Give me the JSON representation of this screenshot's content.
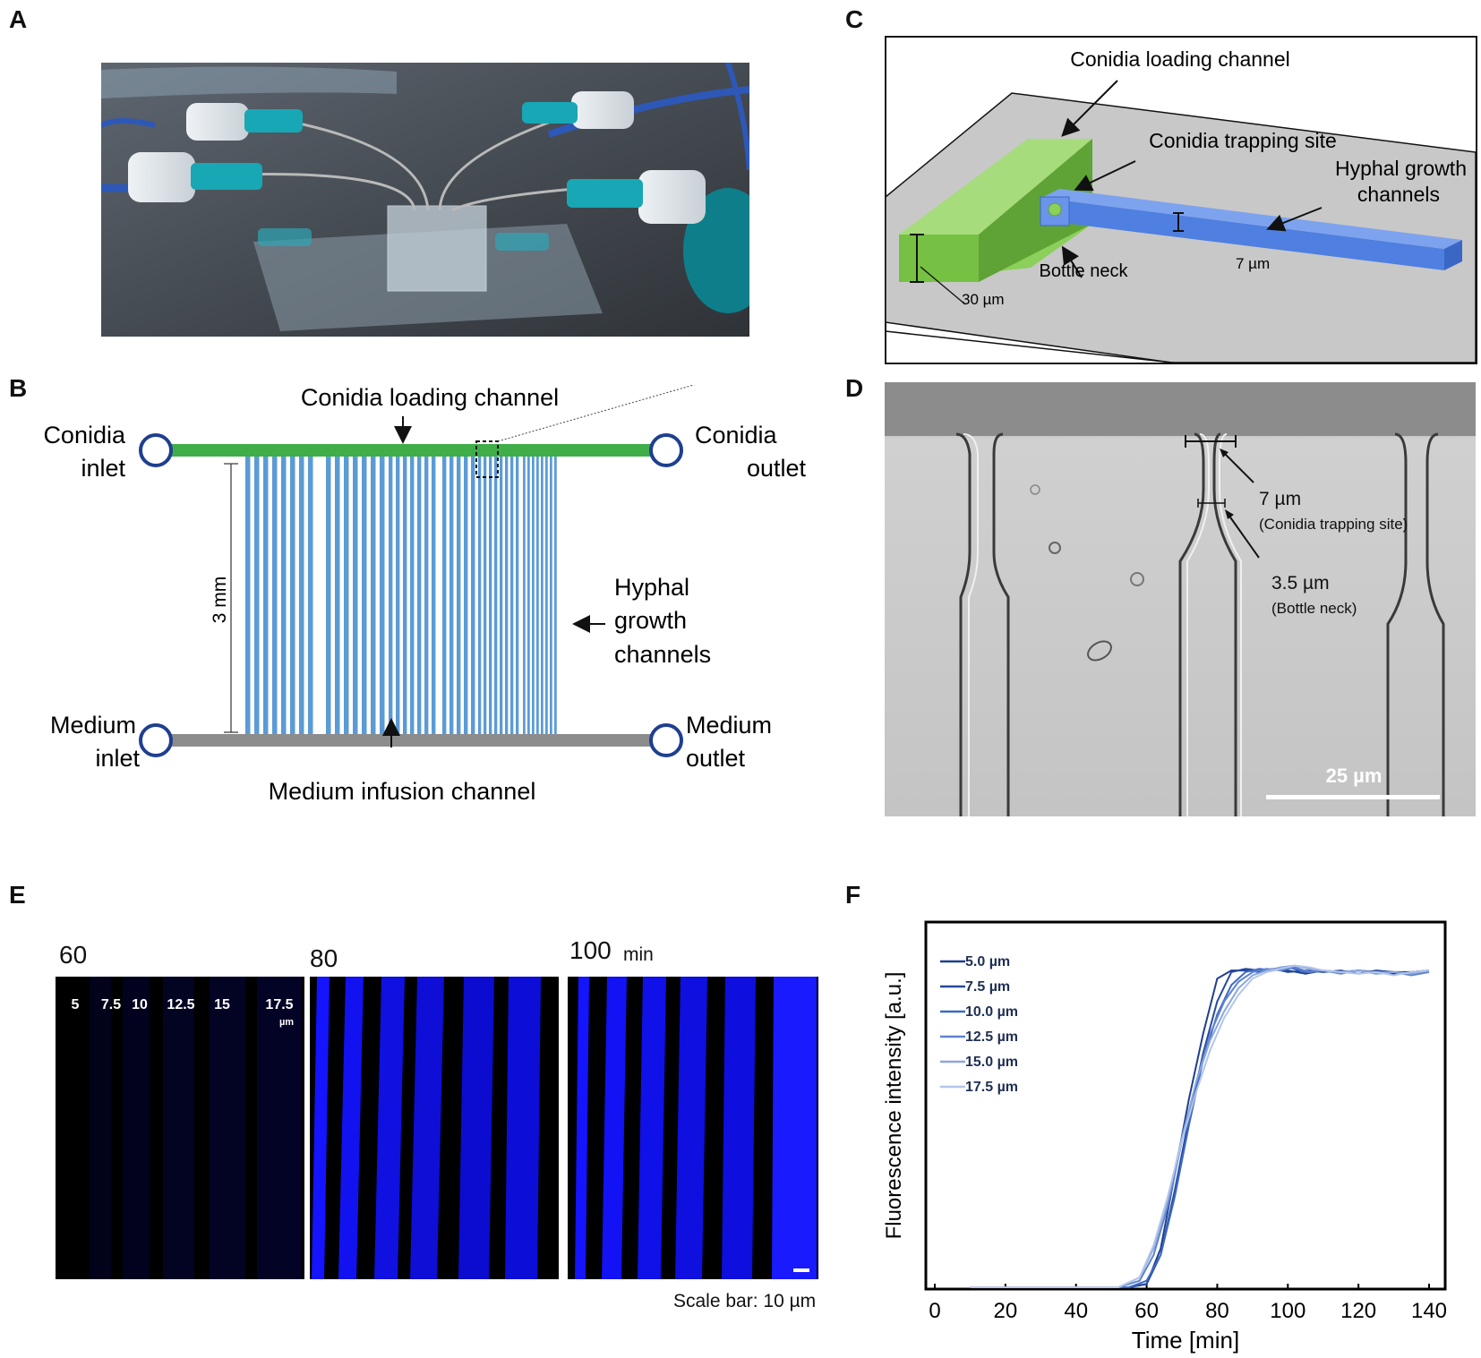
{
  "panels": {
    "a": "A",
    "b": "B",
    "c": "C",
    "d": "D",
    "e": "E",
    "f": "F"
  },
  "panel_b": {
    "loading_channel": "Conidia loading channel",
    "conidia_inlet": [
      "Conidia",
      "inlet"
    ],
    "conidia_outlet": [
      "Conidia",
      "outlet"
    ],
    "length": "3 mm",
    "hyphal": [
      "Hyphal",
      "growth",
      "channels"
    ],
    "medium_inlet": [
      "Medium",
      "inlet"
    ],
    "medium_outlet": [
      "Medium",
      "outlet"
    ],
    "infusion_channel": "Medium infusion channel",
    "colors": {
      "loading": "#3fae49",
      "channels": "#5b9bd5",
      "medium": "#8c8c8c",
      "ports": "#1f3f8f"
    }
  },
  "panel_c": {
    "loading_channel": "Conidia loading channel",
    "trapping_site": "Conidia trapping site",
    "hyphal": [
      "Hyphal growth",
      "channels"
    ],
    "bottle_neck": "Bottle neck",
    "width_7": "7 µm",
    "height_30": "30 µm",
    "colors": {
      "green": "#76c043",
      "blue": "#4f7fe0"
    }
  },
  "panel_d": {
    "width": "7 µm",
    "width_note": "(Conidia trapping site)",
    "neck": "3.5 µm",
    "neck_note": "(Bottle neck)",
    "scalebar": "25 µm"
  },
  "panel_e": {
    "times": [
      "60",
      "80",
      "100"
    ],
    "time_unit": "min",
    "widths": [
      "5",
      "7.5",
      "10",
      "12.5",
      "15",
      "17.5"
    ],
    "width_unit": "µm",
    "scalebar": "Scale bar: 10 µm"
  },
  "chart_data": {
    "type": "line",
    "xlabel": "Time [min]",
    "ylabel": "Fluorescence intensity [a.u.]",
    "xlim": [
      0,
      140
    ],
    "xticks": [
      0,
      20,
      40,
      60,
      80,
      100,
      120,
      140
    ],
    "ylim": [
      0,
      1
    ],
    "legend_position": "top-left",
    "series": [
      {
        "name": "5.0 µm",
        "color": "#1f3f8f",
        "x": [
          10,
          40,
          55,
          60,
          64,
          68,
          72,
          76,
          80,
          84,
          88,
          92,
          96,
          100,
          105,
          110,
          115,
          120,
          125,
          130,
          135,
          140
        ],
        "y": [
          0,
          0,
          0,
          0.01,
          0.12,
          0.35,
          0.58,
          0.78,
          0.95,
          0.975,
          0.975,
          0.97,
          0.98,
          0.975,
          0.965,
          0.975,
          0.97,
          0.975,
          0.97,
          0.965,
          0.97,
          0.975
        ]
      },
      {
        "name": "7.5 µm",
        "color": "#254a9e",
        "x": [
          10,
          40,
          55,
          60,
          64,
          68,
          72,
          76,
          80,
          84,
          88,
          92,
          96,
          100,
          105,
          110,
          115,
          120,
          125,
          130,
          135,
          140
        ],
        "y": [
          0,
          0,
          0,
          0.01,
          0.1,
          0.3,
          0.52,
          0.72,
          0.88,
          0.97,
          0.98,
          0.975,
          0.98,
          0.97,
          0.975,
          0.97,
          0.975,
          0.965,
          0.975,
          0.97,
          0.97,
          0.975
        ]
      },
      {
        "name": "10.0 µm",
        "color": "#3e69c4",
        "x": [
          10,
          40,
          55,
          60,
          64,
          68,
          72,
          76,
          80,
          84,
          88,
          92,
          96,
          100,
          105,
          110,
          115,
          120,
          125,
          130,
          135,
          140
        ],
        "y": [
          0,
          0,
          0,
          0.02,
          0.1,
          0.28,
          0.5,
          0.7,
          0.84,
          0.93,
          0.97,
          0.98,
          0.975,
          0.985,
          0.97,
          0.975,
          0.97,
          0.975,
          0.965,
          0.97,
          0.965,
          0.975
        ]
      },
      {
        "name": "12.5 µm",
        "color": "#5f83cf",
        "x": [
          10,
          40,
          52,
          58,
          62,
          66,
          70,
          74,
          78,
          82,
          86,
          90,
          94,
          98,
          102,
          106,
          110,
          115,
          120,
          125,
          130,
          135,
          140
        ],
        "y": [
          0,
          0,
          0,
          0.02,
          0.1,
          0.25,
          0.45,
          0.63,
          0.78,
          0.88,
          0.94,
          0.97,
          0.98,
          0.975,
          0.985,
          0.97,
          0.975,
          0.965,
          0.975,
          0.97,
          0.97,
          0.96,
          0.97
        ]
      },
      {
        "name": "15.0 µm",
        "color": "#8ba6dc",
        "x": [
          10,
          40,
          52,
          58,
          62,
          66,
          70,
          74,
          78,
          82,
          86,
          90,
          94,
          98,
          102,
          106,
          110,
          115,
          120,
          125,
          130,
          135,
          140
        ],
        "y": [
          0,
          0,
          0,
          0.03,
          0.12,
          0.27,
          0.46,
          0.63,
          0.76,
          0.85,
          0.92,
          0.96,
          0.975,
          0.985,
          0.99,
          0.98,
          0.975,
          0.97,
          0.975,
          0.965,
          0.97,
          0.965,
          0.975
        ]
      },
      {
        "name": "17.5 µm",
        "color": "#b3c5ea",
        "x": [
          10,
          40,
          52,
          58,
          62,
          66,
          70,
          74,
          78,
          82,
          86,
          90,
          94,
          98,
          102,
          106,
          110,
          115,
          120,
          125,
          130,
          135,
          140
        ],
        "y": [
          0,
          0,
          0,
          0.03,
          0.13,
          0.28,
          0.45,
          0.6,
          0.73,
          0.83,
          0.9,
          0.95,
          0.97,
          0.98,
          0.99,
          0.985,
          0.975,
          0.97,
          0.965,
          0.97,
          0.96,
          0.97,
          0.975
        ]
      }
    ]
  }
}
